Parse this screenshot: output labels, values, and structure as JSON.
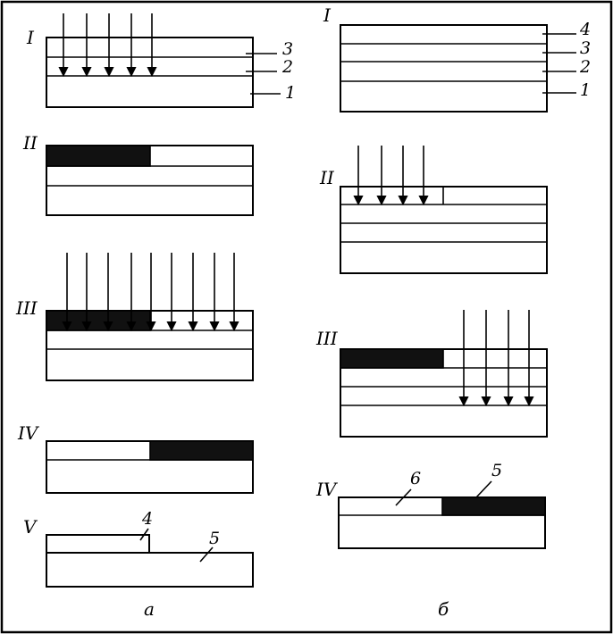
{
  "left": {
    "caption": "а",
    "steps": [
      {
        "label": "I",
        "layers": {
          "top": "3",
          "middle": "2",
          "bottom": "1"
        }
      },
      {
        "label": "II"
      },
      {
        "label": "III"
      },
      {
        "label": "IV"
      },
      {
        "label": "V",
        "parts": {
          "raised": "4",
          "base": "5"
        }
      }
    ]
  },
  "right": {
    "caption": "б",
    "steps": [
      {
        "label": "I",
        "layers": {
          "l4": "4",
          "l3": "3",
          "l2": "2",
          "l1": "1"
        }
      },
      {
        "label": "II"
      },
      {
        "label": "III"
      },
      {
        "label": "IV",
        "parts": {
          "light": "6",
          "dark": "5"
        }
      }
    ]
  }
}
